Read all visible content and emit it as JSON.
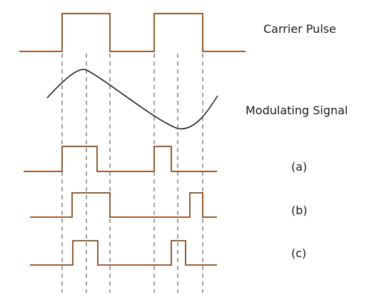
{
  "labels": {
    "carrier": "Carrier Pulse",
    "modulating": "Modulating Signal",
    "a": "(a)",
    "b": "(b)",
    "c": "(c)"
  },
  "colors": {
    "pulse": "#8b4a1c",
    "signal": "#222222",
    "guide": "#555555",
    "text": "#1a1a1a"
  }
}
